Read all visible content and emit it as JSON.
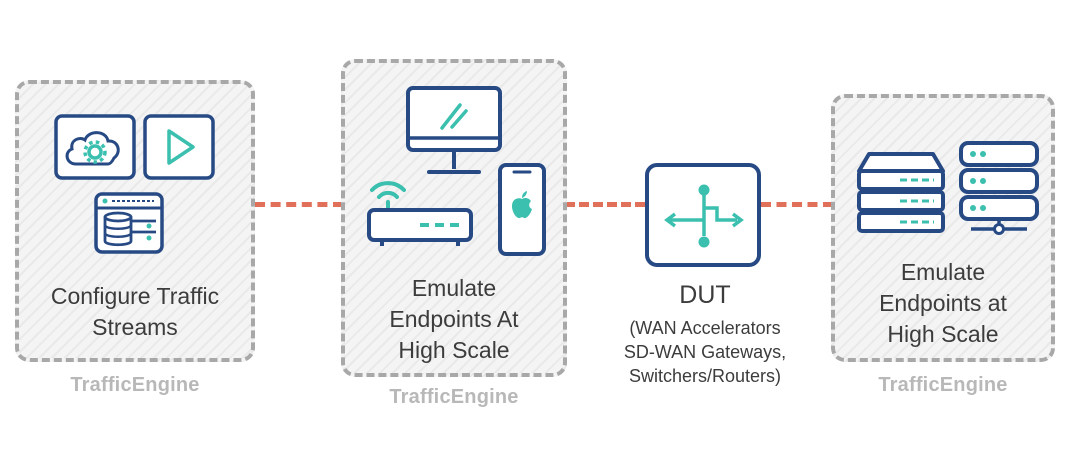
{
  "colors": {
    "navy": "#274a85",
    "teal": "#3bbfae",
    "connector": "#e0705a",
    "caption": "#b8b8b8"
  },
  "stage1": {
    "label_lines": [
      "Configure Traffic",
      "Streams"
    ],
    "caption": "TrafficEngine",
    "icons": [
      "cloud-gear-icon",
      "play-icon",
      "database-server-icon"
    ]
  },
  "stage2": {
    "label_lines": [
      "Emulate",
      "Endpoints At",
      "High Scale"
    ],
    "caption": "TrafficEngine",
    "icons": [
      "monitor-icon",
      "wifi-router-icon",
      "smartphone-icon"
    ]
  },
  "dut": {
    "title": "DUT",
    "subtitle_lines": [
      "(WAN Accelerators",
      "SD-WAN Gateways,",
      "Switchers/Routers)"
    ],
    "icon": "network-switch-icon"
  },
  "stage3": {
    "label_lines": [
      "Emulate",
      "Endpoints at",
      "High Scale"
    ],
    "caption": "TrafficEngine",
    "icons": [
      "server-stack-icon",
      "server-rack-icon"
    ]
  }
}
